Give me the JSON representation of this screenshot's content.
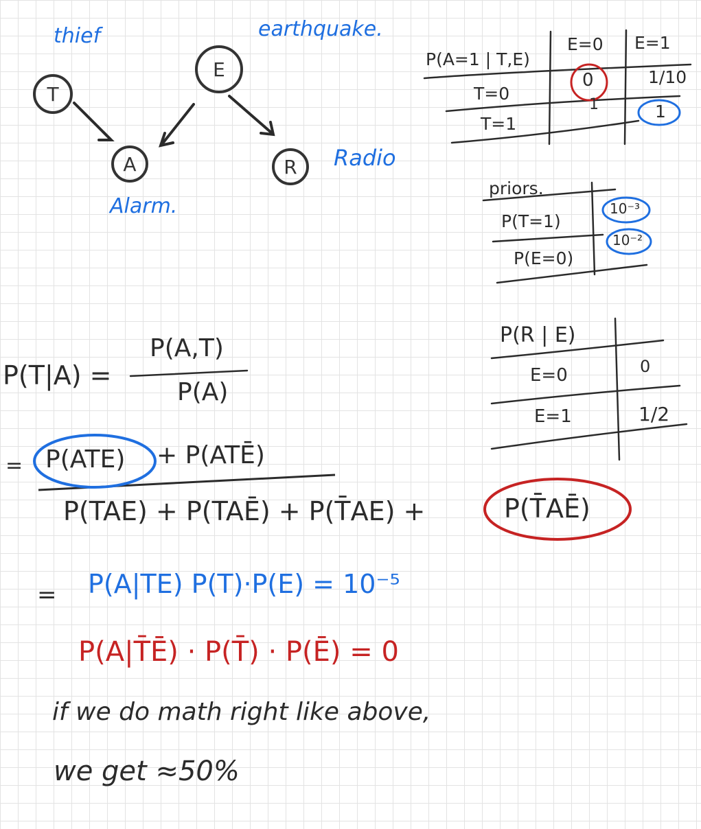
{
  "network": {
    "nodes": {
      "T": {
        "label": "T",
        "name": "thief"
      },
      "E": {
        "label": "E",
        "name": "earthquake."
      },
      "A": {
        "label": "A",
        "name": "Alarm."
      },
      "R": {
        "label": "R",
        "name": "Radio"
      }
    }
  },
  "alarm_table": {
    "header": "P(A=1 | T,E)",
    "cols": [
      "E=0",
      "E=1"
    ],
    "rows": [
      {
        "label": "T=0",
        "values": [
          "0",
          "1/10"
        ]
      },
      {
        "label": "T=1",
        "values": [
          "1",
          "1"
        ]
      }
    ]
  },
  "priors_table": {
    "header": "priors.",
    "rows": [
      {
        "label": "P(T=1)",
        "value": "10⁻³"
      },
      {
        "label": "P(E=0)",
        "value": "10⁻²"
      }
    ]
  },
  "radio_table": {
    "header": "P(R | E)",
    "rows": [
      {
        "label": "E=0",
        "value": "0"
      },
      {
        "label": "E=1",
        "value": "1/2"
      }
    ]
  },
  "math": {
    "bayes_lhs": "P(T|A) =",
    "bayes_num": "P(A,T)",
    "bayes_den": "P(A)",
    "eq2_prefix": "=",
    "eq2_num_circled": "P(ATE)",
    "eq2_num_rest": "+ P(ATĒ)",
    "eq2_den_part": "P(TAE) + P(TAĒ) + P(T̄AE) +",
    "eq2_den_circled": "P(T̄AĒ)",
    "eq3_prefix": "=",
    "eq3": "P(A|TE) P(T)·P(E) = 10⁻⁵",
    "eq4": "P(A|T̄Ē) · P(T̄) · P(Ē) = 0"
  },
  "note": {
    "line1": "if we do math right like above,",
    "line2": "we get ≈50%"
  },
  "colors": {
    "ink": "#2b2b2b",
    "blue": "#1f6fe0",
    "red": "#c62323",
    "grid": "#e3e3e3"
  }
}
